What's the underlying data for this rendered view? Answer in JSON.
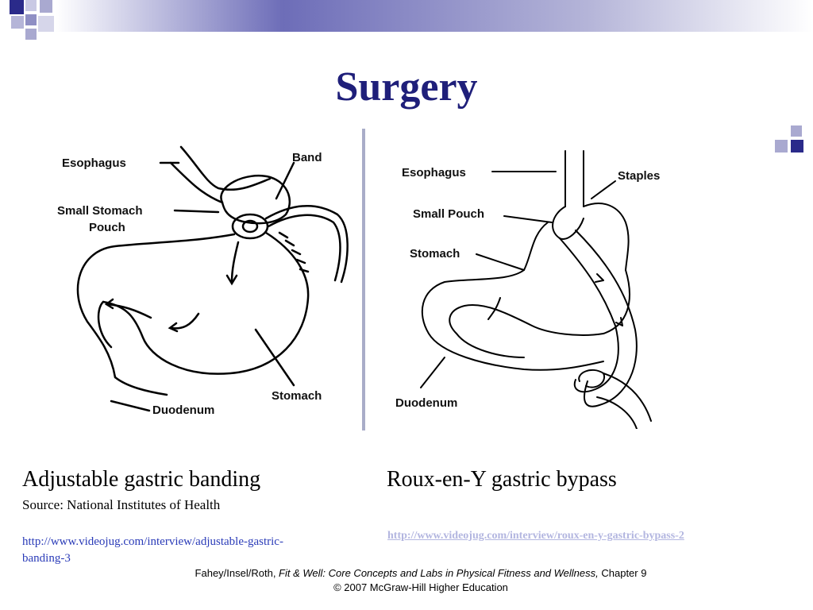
{
  "slide": {
    "title": "Surgery",
    "colors": {
      "title": "#1f1f7a",
      "accent_dark": "#2a2a8a",
      "accent_light": "#a9a9d0"
    }
  },
  "left_diagram": {
    "labels": {
      "esophagus": "Esophagus",
      "band": "Band",
      "small_stomach_line1": "Small Stomach",
      "small_stomach_line2": "Pouch",
      "stomach": "Stomach",
      "duodenum": "Duodenum"
    },
    "caption": "Adjustable gastric banding",
    "source": "Source: National Institutes of Health",
    "link_line1": "http://www.videojug.com/interview/adjustable-gastric-",
    "link_line2": "banding-3"
  },
  "right_diagram": {
    "labels": {
      "esophagus": "Esophagus",
      "staples": "Staples",
      "small_pouch": "Small Pouch",
      "stomach": "Stomach",
      "duodenum": "Duodenum"
    },
    "caption": "Roux-en-Y gastric bypass",
    "link": "http://www.videojug.com/interview/roux-en-y-gastric-bypass-2"
  },
  "footer": {
    "authors": "Fahey/Insel/Roth, ",
    "book": "Fit & Well: Core Concepts and Labs in Physical Fitness and Wellness,",
    "chapter": " Chapter 9",
    "copyright": "© 2007 McGraw-Hill Higher Education"
  }
}
